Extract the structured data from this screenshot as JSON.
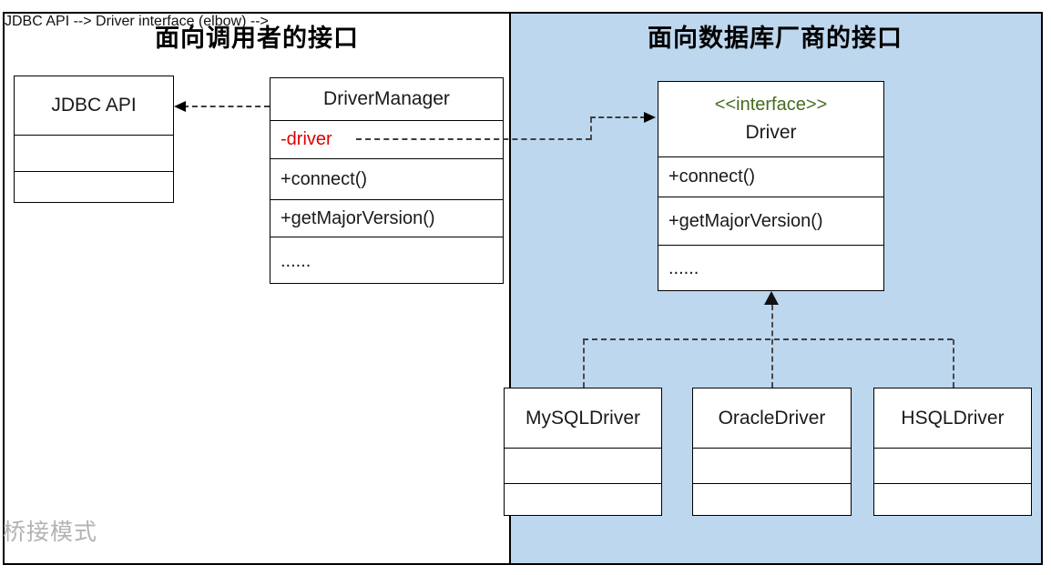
{
  "diagram": {
    "watermark": "桥接模式",
    "panels": {
      "caller": {
        "title": "面向调用者的接口"
      },
      "vendor": {
        "title": "面向数据库厂商的接口"
      }
    },
    "classes": {
      "jdbc_api": {
        "name": "JDBC API"
      },
      "driver_manager": {
        "name": "DriverManager",
        "attributes": [
          "-driver"
        ],
        "methods": [
          "+connect()",
          "+getMajorVersion()",
          "......"
        ]
      },
      "driver_interface": {
        "stereotype": "<<interface>>",
        "name": "Driver",
        "methods": [
          "+connect()",
          "+getMajorVersion()",
          "......"
        ]
      },
      "mysql_driver": {
        "name": "MySQLDriver"
      },
      "oracle_driver": {
        "name": "OracleDriver"
      },
      "hsql_driver": {
        "name": "HSQLDriver"
      }
    },
    "colors": {
      "vendor_panel_blue": "#bdd7ee",
      "stereotype_green": "#456b1f",
      "attribute_red": "#e00000",
      "watermark_gray": "#b3b3b3"
    }
  }
}
